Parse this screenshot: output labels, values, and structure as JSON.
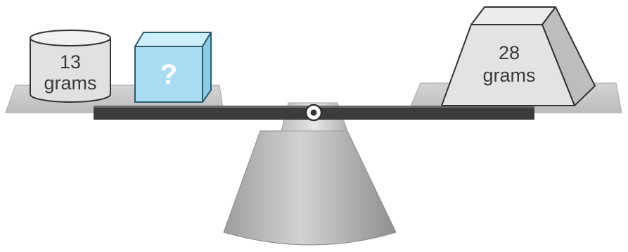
{
  "left_pan": {
    "cylinder": {
      "value": "13",
      "unit": "grams"
    },
    "cube": {
      "label": "?"
    }
  },
  "right_pan": {
    "trapezoid": {
      "value": "28",
      "unit": "grams"
    }
  },
  "colors": {
    "cube_front": "#a9dcf0",
    "cube_top": "#cdeefb",
    "cube_side": "#8ccbe5",
    "cube_edge": "#2b5a6e",
    "object_fill": "#e3e3e3",
    "object_side": "#bdbdbd",
    "object_edge": "#333333",
    "pan_fill": "#c4c4c4",
    "beam_fill": "#3c3c3c",
    "stand_fill": "#b7b7b7"
  }
}
